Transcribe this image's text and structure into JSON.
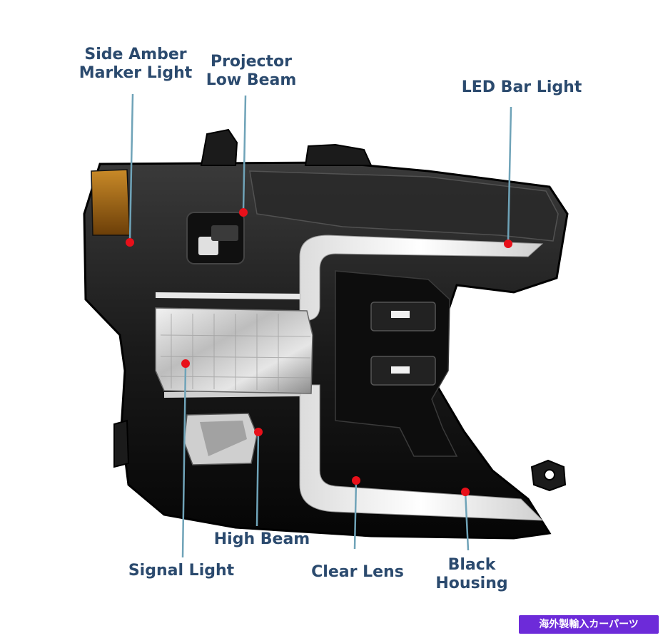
{
  "callouts": {
    "side_amber": {
      "line1": "Side Amber",
      "line2": "Marker Light"
    },
    "projector": {
      "line1": "Projector",
      "line2": "Low Beam"
    },
    "led_bar": "LED Bar Light",
    "high_beam": "High Beam",
    "signal": "Signal Light",
    "clear_lens": "Clear Lens",
    "black_housing": {
      "line1": "Black",
      "line2": "Housing"
    }
  },
  "badge": "海外製輸入カーパーツ",
  "colors": {
    "label_text": "#2b4a6e",
    "leader_line": "#6fa3b8",
    "marker_dot": "#e8101a",
    "housing": "#141414",
    "badge_bg": "#6d2bd9"
  }
}
